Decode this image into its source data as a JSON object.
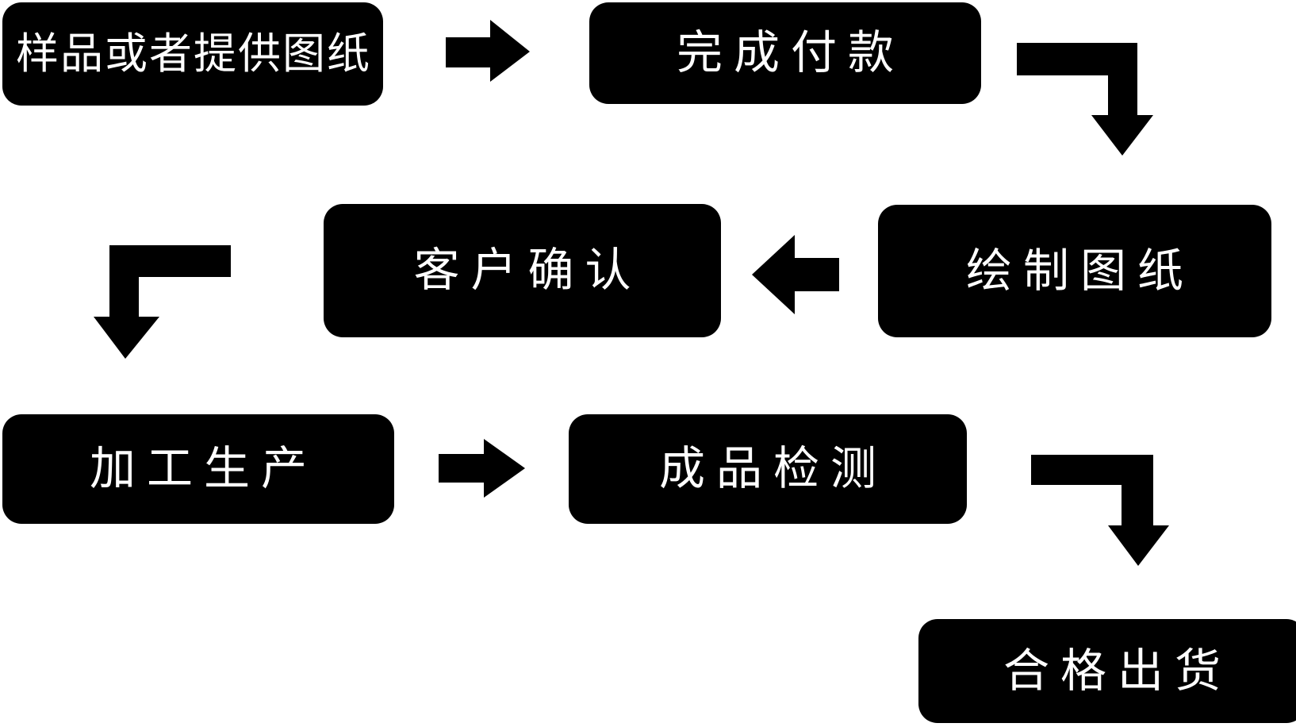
{
  "background_color": "#ffffff",
  "diagram": {
    "type": "flowchart",
    "node_fill_color": "#000000",
    "node_text_color": "#ffffff",
    "arrow_color": "#000000",
    "nodes": [
      {
        "id": "sample",
        "label": "样品或者提供图纸"
      },
      {
        "id": "payment",
        "label": "完成付款"
      },
      {
        "id": "draw",
        "label": "绘制图纸"
      },
      {
        "id": "confirm",
        "label": "客户确认"
      },
      {
        "id": "production",
        "label": "加工生产"
      },
      {
        "id": "inspection",
        "label": "成品检测"
      },
      {
        "id": "shipment",
        "label": "合格出货"
      }
    ],
    "edges": [
      {
        "from": "sample",
        "to": "payment",
        "shape": "straight-right"
      },
      {
        "from": "payment",
        "to": "draw",
        "shape": "elbow-right-down"
      },
      {
        "from": "draw",
        "to": "confirm",
        "shape": "straight-left"
      },
      {
        "from": "confirm",
        "to": "production",
        "shape": "elbow-left-down"
      },
      {
        "from": "production",
        "to": "inspection",
        "shape": "straight-right"
      },
      {
        "from": "inspection",
        "to": "shipment",
        "shape": "elbow-right-down"
      }
    ]
  }
}
